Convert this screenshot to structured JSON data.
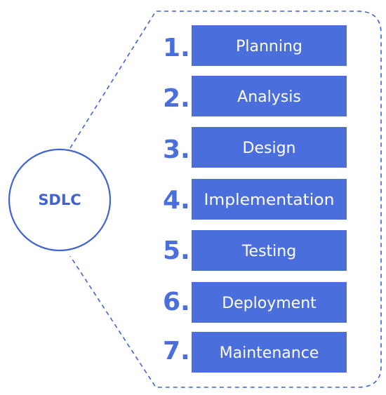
{
  "center": {
    "label": "SDLC"
  },
  "steps": [
    {
      "number": "1.",
      "label": "Planning"
    },
    {
      "number": "2.",
      "label": "Analysis"
    },
    {
      "number": "3.",
      "label": "Design"
    },
    {
      "number": "4.",
      "label": "Implementation"
    },
    {
      "number": "5.",
      "label": "Testing"
    },
    {
      "number": "6.",
      "label": "Deployment"
    },
    {
      "number": "7.",
      "label": "Maintenance"
    }
  ],
  "colors": {
    "accent": "#4a6fdc",
    "outline": "#3f63d1",
    "box_text": "#ffffff"
  }
}
